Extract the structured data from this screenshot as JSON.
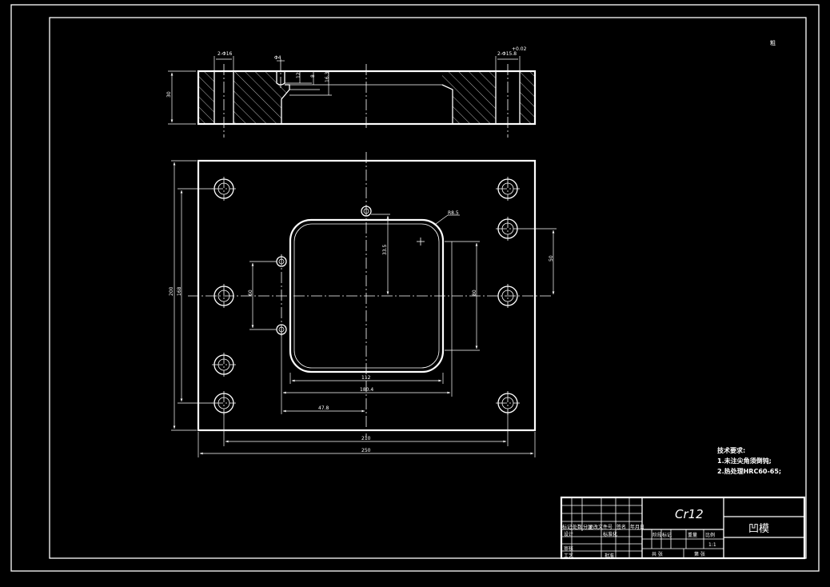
{
  "roughness_mark": "粗",
  "section_view": {
    "dims": {
      "thickness": "30",
      "left_hole": "2-Φ16",
      "right_hole": "2-Φ15.8",
      "right_hole_sup": "+0.02",
      "slot_width": "Φ4",
      "slot_depth": "12",
      "slot_step": "8",
      "pocket_depth": "16.3"
    }
  },
  "plan_view": {
    "dims": {
      "overall_height": "200",
      "hole_pitch_v": "168",
      "right_offset": "50",
      "pin_pitch": "60",
      "opening_height": "80",
      "corner_radius": "R8.5",
      "center_offset": "33.5",
      "opening_width": "112",
      "outer_width": "180.4",
      "left_offset": "47.8",
      "hole_pitch_h": "210",
      "overall_width": "250"
    }
  },
  "tech_notes": {
    "title": "技术要求:",
    "items": [
      "1.未注尖角须倒钝;",
      "2.热处理HRC60-65;"
    ]
  },
  "title_block": {
    "material": "Cr12",
    "part_name": "凹模",
    "labels": {
      "mark": "标记",
      "count": "处数",
      "zone": "分区",
      "change_doc": "更改文件号",
      "signature": "签名",
      "date": "年月日",
      "designer": "设计",
      "standardize": "标准化",
      "checker": "审核",
      "process": "工艺",
      "approve": "批准",
      "stage_mark": "阶段标记",
      "weight": "重量",
      "scale": "比例",
      "scale_value": "1:1",
      "sheets": "共 张",
      "sheet_no": "第 张"
    }
  }
}
